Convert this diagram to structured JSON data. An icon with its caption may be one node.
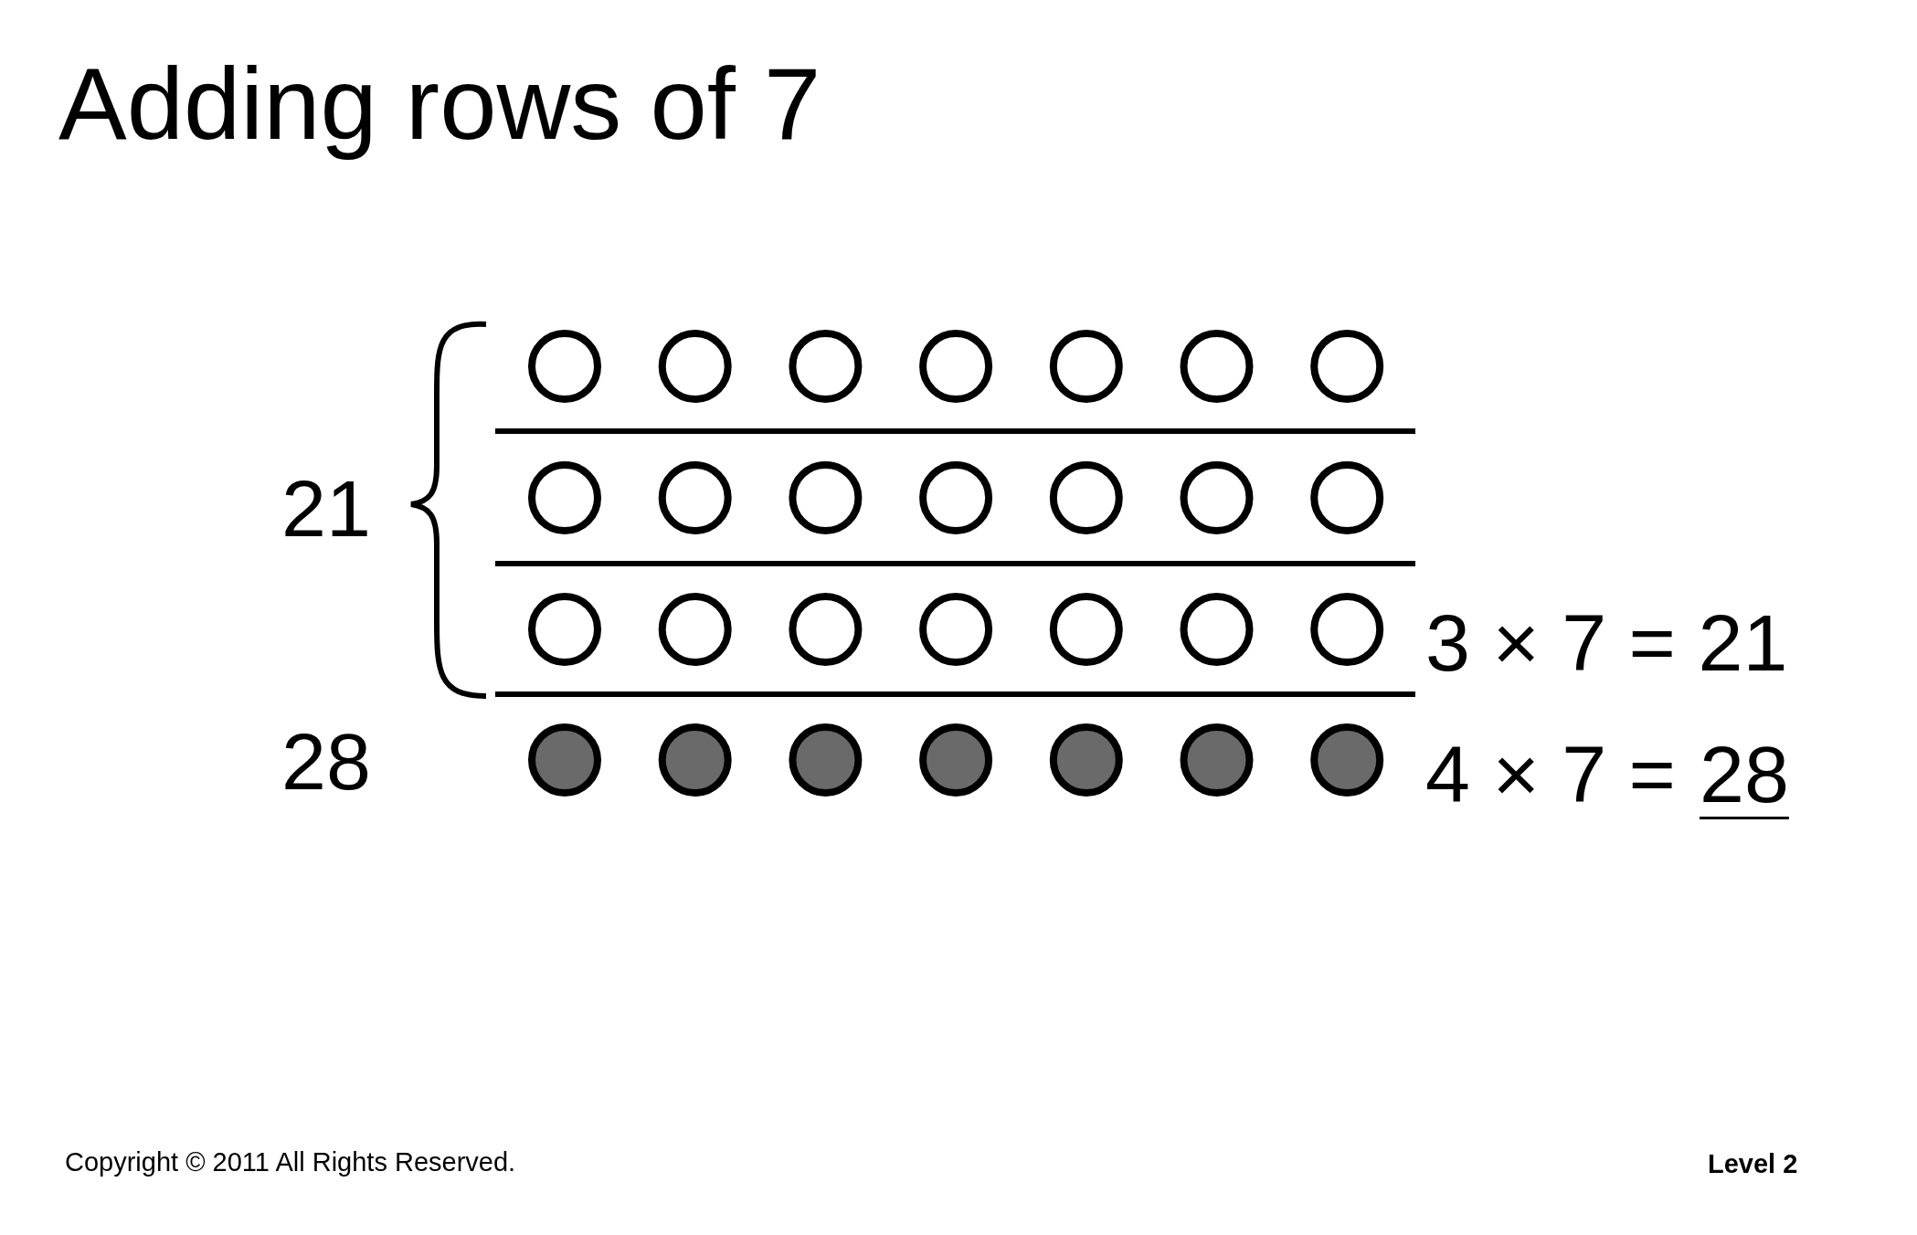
{
  "diagram": {
    "title": "Adding rows of 7",
    "labels": [
      "21",
      "3 × 7 = 21",
      "28",
      "4 × 7 =",
      "28",
      "Copyright © 2011 All Rights Reserved.",
      "Level 2"
    ]
  }
}
